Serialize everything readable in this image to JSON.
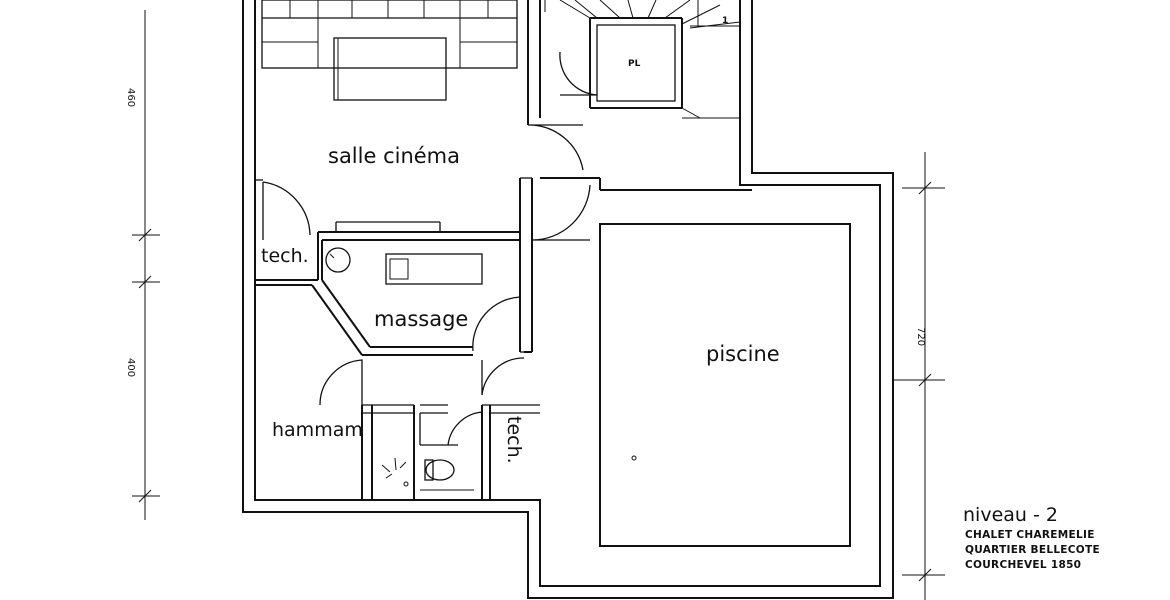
{
  "dimensions": {
    "top_left": "460",
    "bottom_left": "400",
    "right": "720"
  },
  "rooms": {
    "cinema": "salle cinéma",
    "tech_left": "tech.",
    "massage": "massage",
    "hammam": "hammam",
    "tech_right": "tech.",
    "pool": "piscine",
    "closet": "PL",
    "stair_number": "1"
  },
  "title_block": {
    "level": "niveau - 2",
    "line1": "CHALET CHAREMELIE",
    "line2": "QUARTIER BELLECOTE",
    "line3": "COURCHEVEL 1850"
  }
}
